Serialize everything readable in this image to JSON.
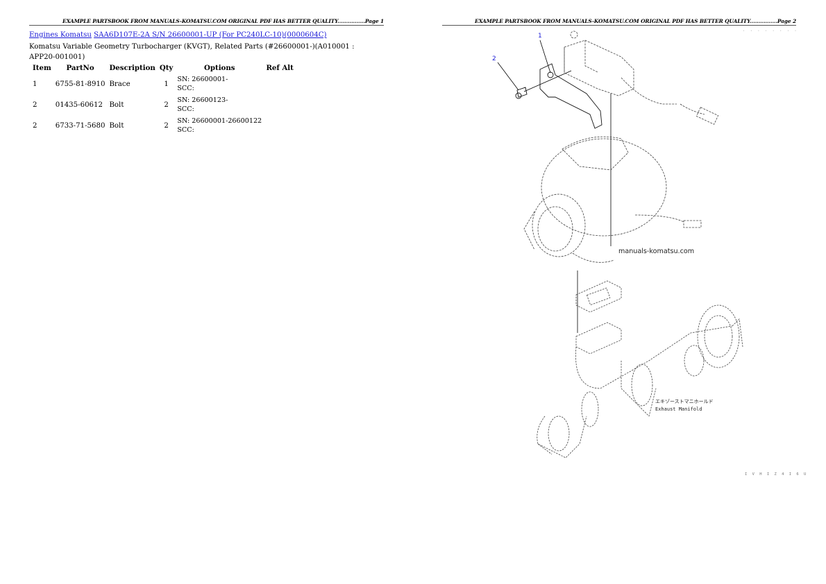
{
  "pages": [
    {
      "header": "EXAMPLE PARTSBOOK FROM MANUALS-KOMATSU.COM ORIGINAL PDF HAS BETTER QUALITY................Page 1",
      "breadcrumb": {
        "link1": "Engines Komatsu",
        "link2": "SAA6D107E-2A S/N 26600001-UP (For PC240LC-10)(0000604C)"
      },
      "title": "Komatsu Variable Geometry Turbocharger (KVGT), Related Parts (#26600001-)(A010001 : APP20-001001)",
      "table": {
        "columns": [
          "Item",
          "PartNo",
          "Description",
          "Qty",
          "Options",
          "Ref Alt"
        ],
        "rows": [
          {
            "item": "1",
            "partno": "6755-81-8910",
            "description": "Brace",
            "qty": "1",
            "sn": "SN: 26600001-",
            "scc": "SCC:",
            "refalt": ""
          },
          {
            "item": "2",
            "partno": "01435-60612",
            "description": "Bolt",
            "qty": "2",
            "sn": "SN: 26600123-",
            "scc": "SCC:",
            "refalt": ""
          },
          {
            "item": "2",
            "partno": "6733-71-5680",
            "description": "Bolt",
            "qty": "2",
            "sn": "SN: 26600001-26600122",
            "scc": "SCC:",
            "refalt": ""
          }
        ]
      }
    },
    {
      "header": "EXAMPLE PARTSBOOK FROM MANUALS-KOMATSU.COM ORIGINAL PDF HAS BETTER QUALITY................Page 2",
      "drawing": {
        "callouts": [
          "1",
          "2"
        ],
        "watermark": "manuals-komatsu.com",
        "label_jp": "エキゾーストマニホールド",
        "label_en": "Exhaust Manifold",
        "top_code": "· · · · · · · ·",
        "bottom_code": "I V H I Z 4 I 6 U"
      }
    }
  ]
}
